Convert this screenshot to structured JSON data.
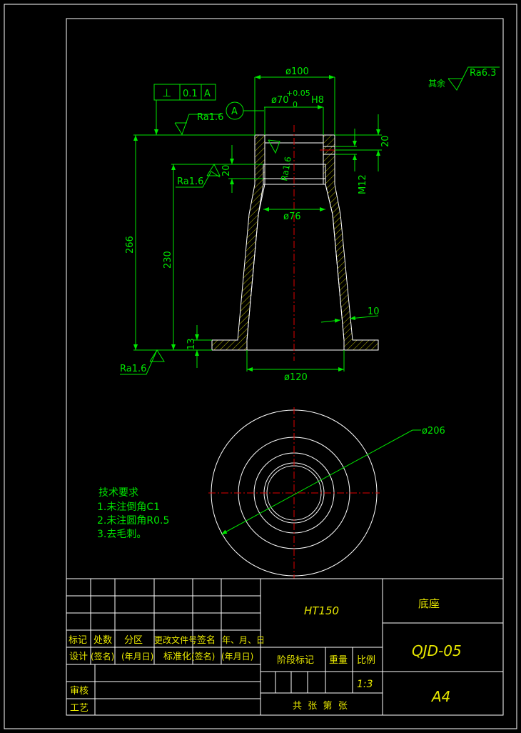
{
  "drawing": {
    "dimensions": {
      "d100": "ø100",
      "d70": "ø70",
      "d70_tol_upper": "+0.05",
      "d70_tol_lower": "0",
      "d70_fit": "H8",
      "d76": "ø76",
      "d120": "ø120",
      "d206": "ø206",
      "h266": "266",
      "h230": "230",
      "h20_left": "20",
      "h20_right": "20",
      "h13": "13",
      "m12": "M12",
      "t10": "10"
    },
    "surface": {
      "ra_top": "Ra1.6",
      "ra_left": "Ra1.6",
      "ra_bottom": "Ra1.6",
      "ra_bore": "Ra1.6",
      "rest_label": "其余",
      "rest_value": "Ra6.3"
    },
    "tolerance": {
      "symbol": "⊥",
      "value": "0.1",
      "datum": "A",
      "datum_marker": "A"
    },
    "notes": {
      "title": "技术要求",
      "items": [
        "1.未注倒角C1",
        "2.未注圆角R0.5",
        "3.去毛刺。"
      ]
    }
  },
  "title_block": {
    "material": "HT150",
    "part_name": "底座",
    "part_number": "QJD-05",
    "paper_size": "A4",
    "scale": "1:3",
    "headers": {
      "mark": "标记",
      "count": "处数",
      "zone": "分区",
      "change_doc": "更改文件号",
      "signature": "签名",
      "date": "年、月、日",
      "design": "设计",
      "sign1": "(签名)",
      "date1": "(年月日)",
      "standard": "标准化",
      "sign2": "(签名)",
      "date2": "(年月日)",
      "stage": "阶段标记",
      "weight": "重量",
      "ratio": "比例",
      "review": "审核",
      "process": "工艺",
      "sheets": "共  张  第  张"
    }
  },
  "colors": {
    "outline": "#ffffff",
    "dimension": "#00e600",
    "centerline": "#e00000",
    "title_text": "#e8e800",
    "background": "#000000"
  }
}
